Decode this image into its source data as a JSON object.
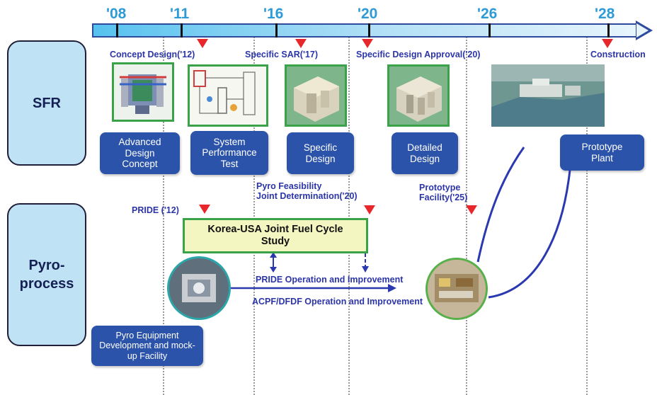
{
  "years": [
    "'08",
    "'11",
    "'16",
    "'20",
    "'26",
    "'28"
  ],
  "rows": {
    "sfr": "SFR",
    "pyro_line1": "Pyro-",
    "pyro_line2": "process"
  },
  "milestones": {
    "concept_design": "Concept Design('12)",
    "specific_sar": "Specific SAR('17)",
    "specific_design_approval": "Specific Design Approval('20)",
    "construction": "Construction",
    "pride": "PRIDE ('12)",
    "pyro_feasibility_line1": "Pyro Feasibility",
    "pyro_feasibility_line2": "Joint Determination('20)",
    "prototype_facility_line1": "Prototype",
    "prototype_facility_line2": "Facility('25)"
  },
  "sfr_stages": {
    "advanced_design": [
      "Advanced",
      "Design",
      "Concept"
    ],
    "system_performance": [
      "System",
      "Performance",
      "Test"
    ],
    "specific_design": [
      "Specific",
      "Design"
    ],
    "detailed_design": [
      "Detailed",
      "Design"
    ],
    "prototype_plant": [
      "Prototype",
      "Plant"
    ]
  },
  "study": [
    "Korea-USA Joint Fuel Cycle",
    "Study"
  ],
  "operations": {
    "pride_operation": "PRIDE Operation and Improvement",
    "acpf_operation": "ACPF/DFDF Operation and Improvement"
  },
  "pyro_equipment": [
    "Pyro  Equipment",
    "Development and mock-",
    "up Facility"
  ],
  "colors": {
    "accent_blue": "#2b53a9",
    "label_blue": "#2c35a8",
    "year_blue": "#2e9bd6",
    "milestone_red": "#e8272b",
    "frame_green": "#3aa248",
    "study_fill": "#f4f6c2"
  }
}
